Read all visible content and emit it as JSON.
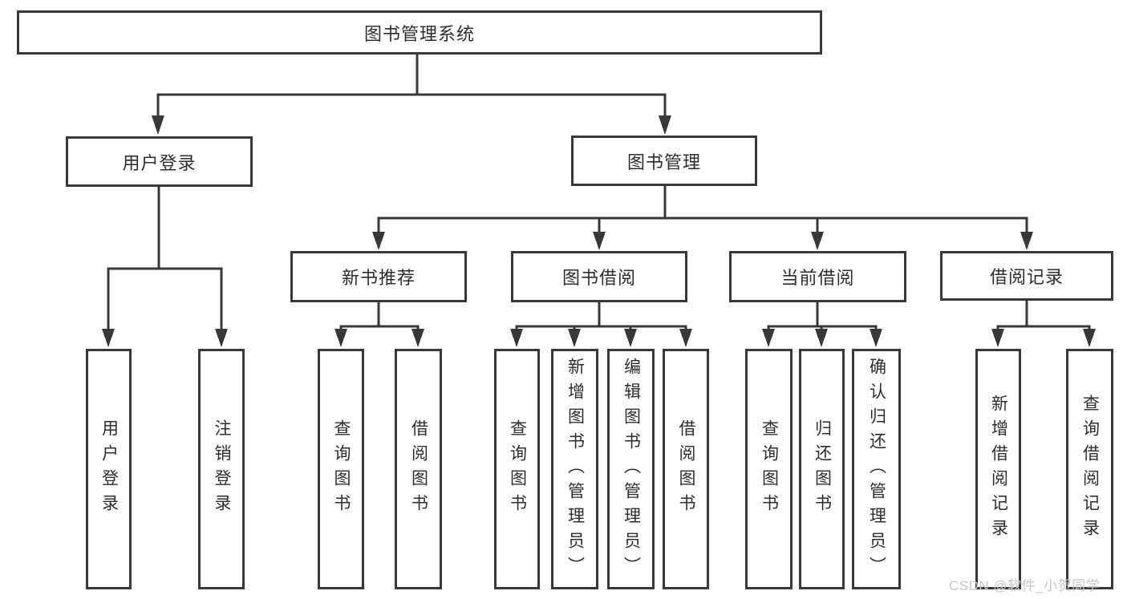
{
  "diagram": {
    "root": {
      "label": "图书管理系统"
    },
    "level2": [
      {
        "id": "user-login",
        "label": "用户登录",
        "parent": "图书管理系统"
      },
      {
        "id": "book-management",
        "label": "图书管理",
        "parent": "图书管理系统"
      }
    ],
    "level3": [
      {
        "id": "new-book-recommend",
        "label": "新书推荐",
        "parent": "图书管理"
      },
      {
        "id": "book-borrow",
        "label": "图书借阅",
        "parent": "图书管理"
      },
      {
        "id": "current-borrow",
        "label": "当前借阅",
        "parent": "图书管理"
      },
      {
        "id": "borrow-records",
        "label": "借阅记录",
        "parent": "图书管理"
      }
    ],
    "leaves": [
      {
        "label": "用户登录",
        "parent": "用户登录"
      },
      {
        "label": "注销登录",
        "parent": "用户登录"
      },
      {
        "label": "查询图书",
        "parent": "新书推荐"
      },
      {
        "label": "借阅图书",
        "parent": "新书推荐"
      },
      {
        "label": "查询图书",
        "parent": "图书借阅"
      },
      {
        "label": "新增图书（管理员）",
        "parent": "图书借阅"
      },
      {
        "label": "编辑图书（管理员）",
        "parent": "图书借阅"
      },
      {
        "label": "借阅图书",
        "parent": "图书借阅"
      },
      {
        "label": "查询图书",
        "parent": "当前借阅"
      },
      {
        "label": "归还图书",
        "parent": "当前借阅"
      },
      {
        "label": "确认归还（管理员）",
        "parent": "当前借阅"
      },
      {
        "label": "新增借阅记录",
        "parent": "借阅记录"
      },
      {
        "label": "查询借阅记录",
        "parent": "借阅记录"
      }
    ]
  },
  "watermark": {
    "text": "CSDN @软件_小贺同学",
    "color": "#c6c6c6"
  },
  "colors": {
    "line": "#383838",
    "text": "#2d2d2d",
    "background": "#ffffff"
  }
}
